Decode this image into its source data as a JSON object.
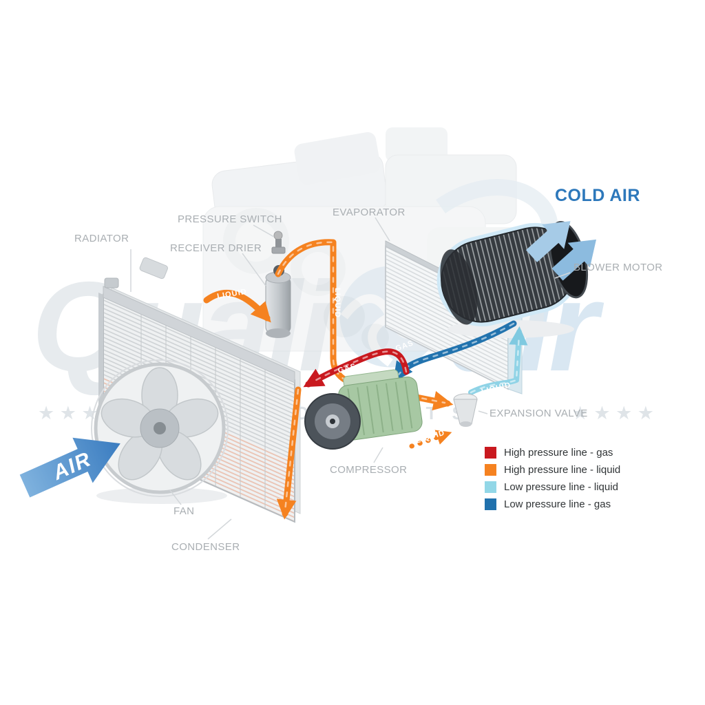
{
  "watermark": {
    "brand_left": "Quali",
    "brand_right": "air",
    "stars_left": "★ ★ ★ ★",
    "stars_right": "★ ★ ★ ★",
    "subtitle": "AUTO PARTS"
  },
  "labels": {
    "radiator": "RADIATOR",
    "pressure_switch": "PRESSURE SWITCH",
    "receiver_drier": "RECEIVER DRIER",
    "evaporator": "EVAPORATOR",
    "cold_air": "COLD AIR",
    "blower_motor": "BLOWER MOTOR",
    "expansion_valve": "EXPANSION VALVE",
    "compressor": "COMPRESSOR",
    "fan": "FAN",
    "condenser": "CONDENSER",
    "air": "AIR"
  },
  "flow_labels": {
    "liquid_to_drier": "LIQUID",
    "liquid_vertical": "LIQUID",
    "gas_high_pressure": "GAS",
    "gas_low_pressure": "GAS",
    "liquid_low_pressure": "LIQUID",
    "liquid_to_valve": "LIQUID"
  },
  "legend": {
    "items": [
      {
        "label": "High pressure line - gas",
        "color": "#c9191f"
      },
      {
        "label": "High pressure line - liquid",
        "color": "#f58220"
      },
      {
        "label": "Low pressure line - liquid",
        "color": "#92d7e7"
      },
      {
        "label": "Low pressure line -  gas",
        "color": "#2071ad"
      }
    ]
  },
  "colors": {
    "high_gas": "#c9191f",
    "high_liquid": "#f58220",
    "low_liquid": "#92d7e7",
    "low_gas": "#2071ad",
    "cold_air_text": "#2d78bb",
    "label_gray": "#a9aeb2"
  }
}
